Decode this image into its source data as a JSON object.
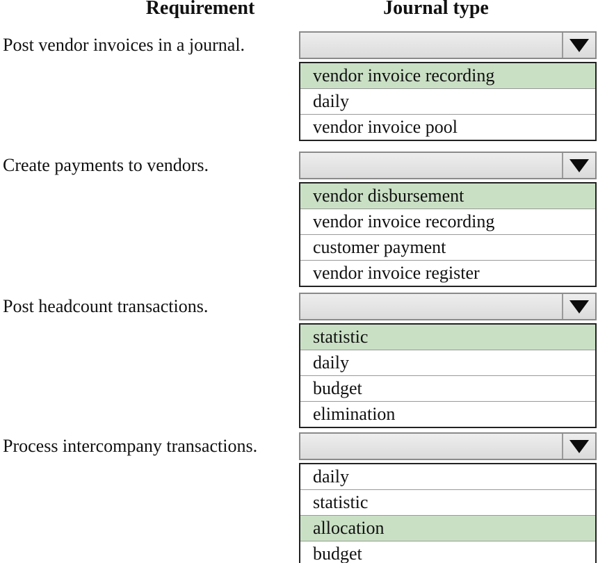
{
  "headers": {
    "requirement": "Requirement",
    "journal_type": "Journal type"
  },
  "colors": {
    "selected_option_green": "#cae0c5",
    "dropdown_fill": "#e4e4e4",
    "dropdown_border": "#8a8a8a",
    "list_border": "#222222",
    "row_divider": "#999999",
    "arrow": "#0c0c0c",
    "text": "#111111",
    "background": "#ffffff"
  },
  "icons": {
    "dropdown_arrow": "triangle-down"
  },
  "sections": [
    {
      "requirement": "Post vendor invoices in a journal.",
      "dropdown_value": "",
      "options": [
        {
          "label": "vendor invoice recording",
          "selected": true
        },
        {
          "label": "daily",
          "selected": false
        },
        {
          "label": "vendor invoice pool",
          "selected": false
        }
      ]
    },
    {
      "requirement": "Create payments to vendors.",
      "dropdown_value": "",
      "options": [
        {
          "label": "vendor disbursement",
          "selected": true
        },
        {
          "label": "vendor invoice recording",
          "selected": false
        },
        {
          "label": "customer payment",
          "selected": false
        },
        {
          "label": "vendor invoice register",
          "selected": false
        }
      ]
    },
    {
      "requirement": "Post headcount transactions.",
      "dropdown_value": "",
      "options": [
        {
          "label": "statistic",
          "selected": true
        },
        {
          "label": "daily",
          "selected": false
        },
        {
          "label": "budget",
          "selected": false
        },
        {
          "label": "elimination",
          "selected": false
        }
      ]
    },
    {
      "requirement": "Process intercompany transactions.",
      "dropdown_value": "",
      "options": [
        {
          "label": "daily",
          "selected": false
        },
        {
          "label": "statistic",
          "selected": false
        },
        {
          "label": "allocation",
          "selected": true
        },
        {
          "label": "budget",
          "selected": false
        }
      ]
    }
  ]
}
